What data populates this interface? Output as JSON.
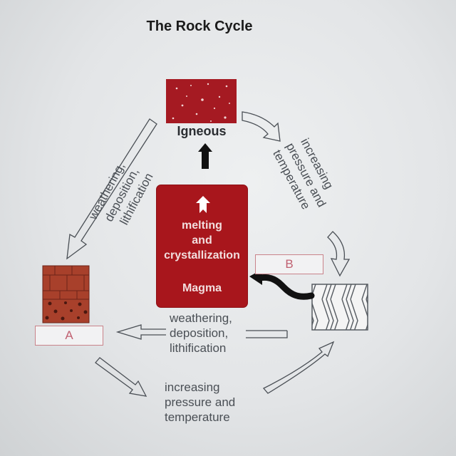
{
  "title": "The Rock Cycle",
  "nodes": {
    "igneous": {
      "label": "Igneous",
      "color": "#a8161c"
    },
    "magma": {
      "process_label": [
        "melting",
        "and",
        "crystallization"
      ],
      "label": "Magma",
      "color": "#a8161c"
    },
    "sedimentary": {
      "answer_label": "A",
      "color": "#b2452e"
    },
    "metamorphic": {
      "answer_label": "B"
    }
  },
  "processes": {
    "igneous_to_sedimentary": [
      "weathering,",
      "deposition,",
      "lithification"
    ],
    "igneous_to_metamorphic": [
      "increasing",
      "pressure and",
      "temperature"
    ],
    "metamorphic_to_sedimentary": [
      "weathering,",
      "deposition,",
      "lithification"
    ],
    "sedimentary_to_metamorphic": [
      "increasing",
      "pressure and",
      "temperature"
    ]
  },
  "colors": {
    "rock_red": "#a8161c",
    "answer_border": "#c9838a",
    "text_gray": "#4a4f55"
  }
}
